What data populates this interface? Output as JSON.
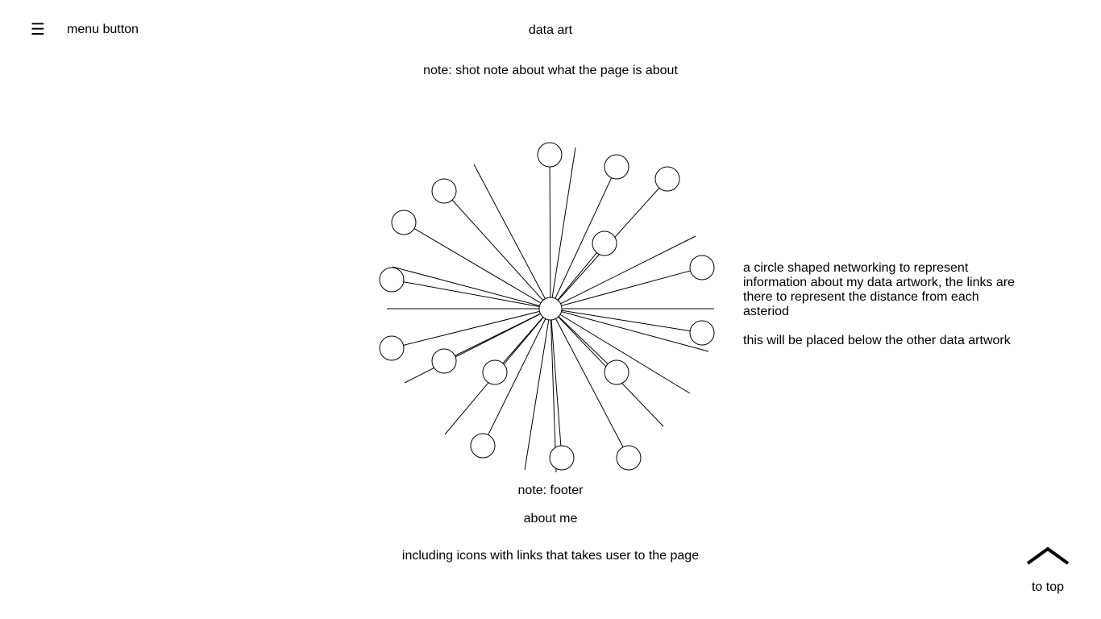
{
  "header": {
    "menu_icon": "hamburger-icon",
    "menu_label": "menu button",
    "title": "data art"
  },
  "page_note": "note: shot note about what the page is about",
  "artwork": {
    "side_note_1": "a circle shaped networking to represent information about my data artwork, the links are there to represent the distance from each asteriod",
    "side_note_2": "this will be placed below the other data artwork"
  },
  "footer": {
    "note": "note: footer",
    "about": "about me",
    "icons_note": "including icons with links that takes user to the page"
  },
  "to_top": {
    "icon": "chevron-up-icon",
    "label": "to top"
  }
}
